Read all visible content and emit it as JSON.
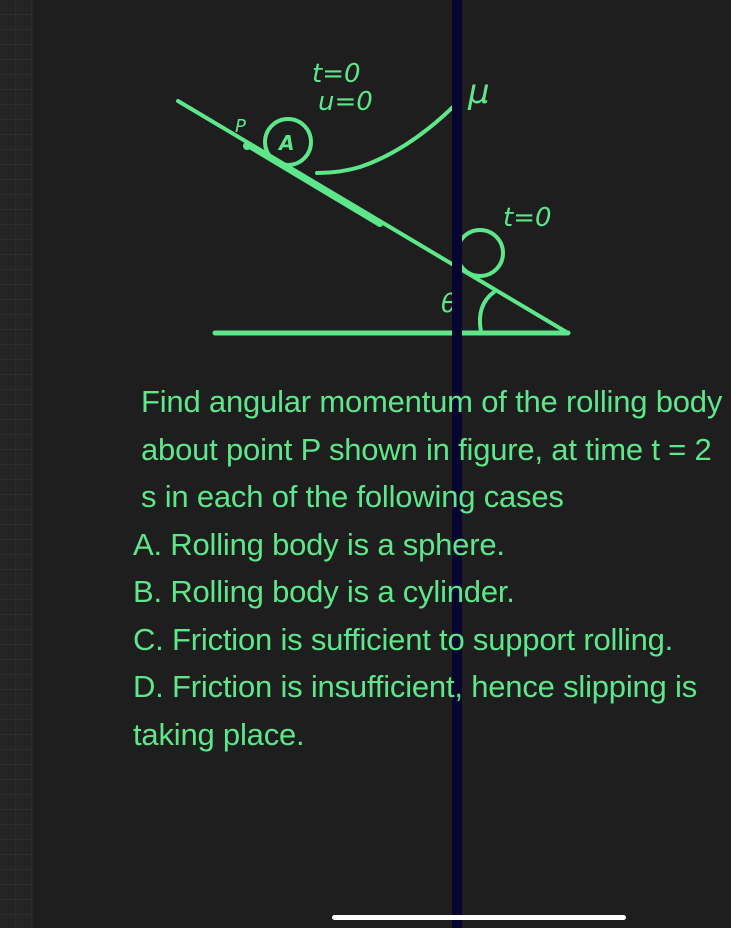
{
  "diagram": {
    "labels": {
      "top_time": "t=0",
      "top_velocity": "u=0",
      "friction": "μ",
      "point": "P",
      "body": "A",
      "lower_time": "t=0",
      "angle": "θ"
    },
    "colors": {
      "ink": "#5ee68a",
      "background": "#1e1e1e",
      "divider": "#05052e"
    }
  },
  "question": {
    "intro": "Find angular momentum of the rolling body about point P shown in figure, at time t = 2 s in each of the following cases",
    "cases": [
      {
        "label": "A.",
        "text": " Rolling body is a sphere."
      },
      {
        "label": "B.",
        "text": "Rolling body is a cylinder."
      },
      {
        "label": "C.",
        "text": "Friction is sufficient to support rolling."
      },
      {
        "label": "D.",
        "text": "Friction is insufficient, hence slipping is taking place."
      }
    ]
  }
}
